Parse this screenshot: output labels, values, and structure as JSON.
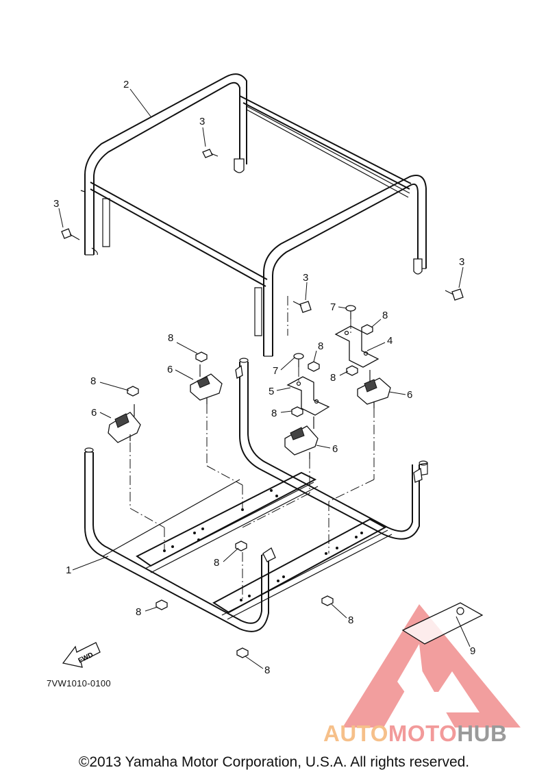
{
  "diagram": {
    "callouts": [
      "1",
      "2",
      "3",
      "4",
      "5",
      "6",
      "7",
      "8",
      "9"
    ],
    "fwd_label": "FWD",
    "code": "7VW1010-0100"
  },
  "watermark": {
    "part_a": "AUTO",
    "part_b": "MOTO",
    "part_c": "HUB"
  },
  "copyright": "©2013 Yamaha Motor Corporation, U.S.A. All rights reserved.",
  "colors": {
    "line": "#111111",
    "watermark_red": "#e8504f",
    "watermark_orange": "#f6c08a",
    "watermark_gray": "#9a9a9a"
  }
}
